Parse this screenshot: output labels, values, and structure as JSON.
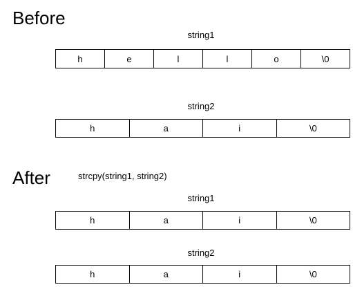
{
  "before": {
    "heading": "Before",
    "string1": {
      "label": "string1",
      "cells": [
        "h",
        "e",
        "l",
        "l",
        "o",
        "\\0"
      ]
    },
    "string2": {
      "label": "string2",
      "cells": [
        "h",
        "a",
        "i",
        "\\0"
      ]
    }
  },
  "after": {
    "heading": "After",
    "operation": "strcpy(string1, string2)",
    "string1": {
      "label": "string1",
      "cells": [
        "h",
        "a",
        "i",
        "\\0"
      ]
    },
    "string2": {
      "label": "string2",
      "cells": [
        "h",
        "a",
        "i",
        "\\0"
      ]
    }
  }
}
